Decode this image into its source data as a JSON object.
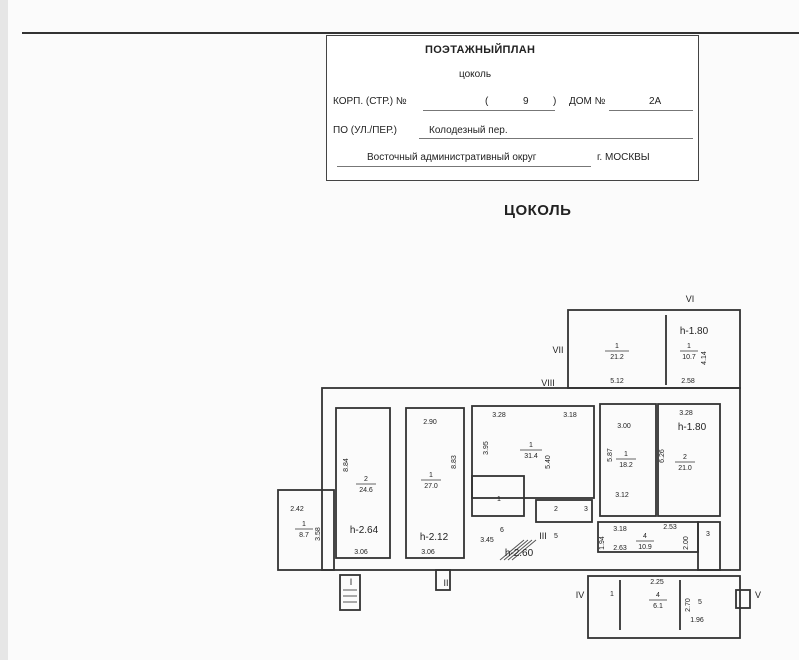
{
  "stamp": {
    "title": "ПОЭТАЖНЫЙПЛАН",
    "floor": "цоколь",
    "korp_label": "КОРП. (СТР.) №",
    "korp_open": "(",
    "korp_value": "9",
    "korp_close": ")",
    "dom_label": "ДОМ №",
    "dom_value": "2А",
    "street_label": "ПО (УЛ./ПЕР.)",
    "street_value": "Колодезный пер.",
    "district_value": "Восточный административный округ",
    "city": "г. МОСКВЫ"
  },
  "heading": "ЦОКОЛЬ",
  "plan": {
    "marks": {
      "VI": "VI",
      "VII": "VII",
      "VIII": "VIII",
      "III": "III",
      "I": "I",
      "II": "II",
      "IV": "IV",
      "V": "V",
      "h180a": "h-1.80",
      "h180b": "h-1.80",
      "h264": "h-2.64",
      "h212": "h-2.12",
      "h260": "h-2.60"
    },
    "rooms": {
      "r1_212_n": "1",
      "r1_212_a": "21.2",
      "r1_212_w": "5.12",
      "r1_107_n": "1",
      "r1_107_a": "10.7",
      "r1_107_d": "4.14",
      "r1_107_w": "2.58",
      "r1_314_n": "1",
      "r1_314_a": "31.4",
      "r1_314_t1": "3.28",
      "r1_314_t2": "3.18",
      "r1_314_d1": "3.95",
      "r1_314_d2": "5.40",
      "r1_182_n": "1",
      "r1_182_a": "18.2",
      "r1_182_t": "3.00",
      "r1_182_d": "5.87",
      "r1_182_b": "3.12",
      "r2_210_n": "2",
      "r2_210_a": "21.0",
      "r2_210_t": "3.28",
      "r2_210_d": "6.26",
      "r2_246_n": "2",
      "r2_246_a": "24.6",
      "r2_246_d": "8.84",
      "r2_246_b": "3.06",
      "r1_270_n": "1",
      "r1_270_a": "27.0",
      "r1_270_t": "2.90",
      "r1_270_d": "8.83",
      "r1_270_b": "3.06",
      "r1_87_n": "1",
      "r1_87_a": "8.7",
      "r1_87_t": "2.42",
      "r1_87_d": "3.58",
      "r4_109_n": "4",
      "r4_109_a": "10.9",
      "r4_109_t1": "3.18",
      "r4_109_t2": "2.53",
      "r4_109_b": "2.63",
      "r4_109_d": "1.94",
      "r4_109_d2": "2.00",
      "r4_61_n": "4",
      "r4_61_a": "6.1",
      "r4_61_t": "2.25",
      "r4_61_d": "2.70",
      "r4_61_b": "1.96",
      "r6": "6",
      "r6_d": "3.45",
      "r5": "5",
      "r2s": "2",
      "r3s": "3",
      "r1s": "1",
      "r3_right": "3",
      "r1_iv": "1",
      "r5_v": "5"
    }
  }
}
